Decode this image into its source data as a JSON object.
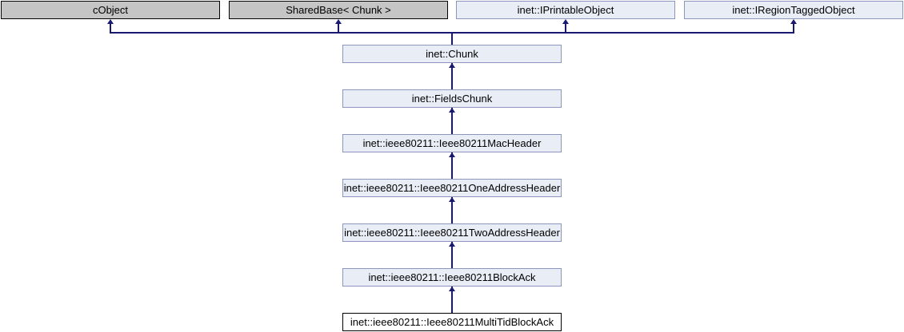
{
  "diagram": {
    "type": "class-inheritance-diagram",
    "colors": {
      "gray_fill": "#c5c5c5",
      "gray_border": "#000000",
      "light_fill": "#e8edf6",
      "light_border": "#8c96bd",
      "current_fill": "#ffffff",
      "current_border": "#000000",
      "arrow": "#191970"
    },
    "top_row": [
      {
        "label": "cObject",
        "style": "gray"
      },
      {
        "label": "SharedBase< Chunk >",
        "style": "gray"
      },
      {
        "label": "inet::IPrintableObject",
        "style": "light"
      },
      {
        "label": "inet::IRegionTaggedObject",
        "style": "light"
      }
    ],
    "chain": [
      {
        "label": "inet::Chunk",
        "style": "light"
      },
      {
        "label": "inet::FieldsChunk",
        "style": "light"
      },
      {
        "label": "inet::ieee80211::Ieee80211MacHeader",
        "style": "light"
      },
      {
        "label": "inet::ieee80211::Ieee80211OneAddressHeader",
        "style": "light"
      },
      {
        "label": "inet::ieee80211::Ieee80211TwoAddressHeader",
        "style": "light"
      },
      {
        "label": "inet::ieee80211::Ieee80211BlockAck",
        "style": "light"
      },
      {
        "label": "inet::ieee80211::Ieee80211MultiTidBlockAck",
        "style": "current"
      }
    ]
  }
}
